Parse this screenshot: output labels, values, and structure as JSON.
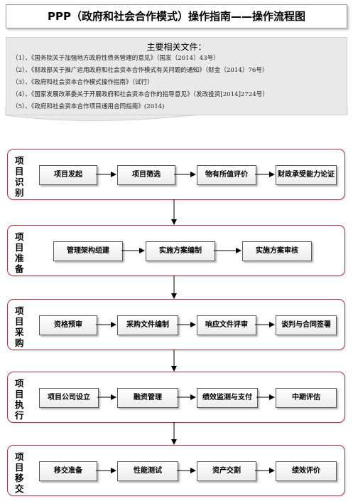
{
  "title": "PPP（政府和社会合作模式）操作指南——操作流程图",
  "documents": {
    "heading": "主要相关文件：",
    "items": [
      "（1）、《国务院关于加强地方政府性债务管理的意见》（国发（2014）43号）",
      "（2）、《财政部关于推广运用政府和社会资本合作模式有关问题的通知》（财金（2014）76号）",
      "（3）、《政府和社会资本合作模式操作指南》（试行）",
      "（4）、《国家发展改革委关于开展政府和社会资本合作的指导意见》（发改投资[2014]2724号）",
      "（5）、《政府和社会资本合作项目通用合同指南》(2014)"
    ]
  },
  "stages": [
    {
      "name": "项目识别",
      "steps": [
        "项目发起",
        "项目筛选",
        "物有所值评价",
        "财政承受能力论证"
      ]
    },
    {
      "name": "项目准备",
      "steps": [
        "管理架构组建",
        "实施方案编制",
        "实施方案审核"
      ]
    },
    {
      "name": "项目采购",
      "steps": [
        "资格预审",
        "采购文件编制",
        "响应文件评审",
        "谈判与合同签署"
      ]
    },
    {
      "name": "项目执行",
      "steps": [
        "项目公司设立",
        "融资管理",
        "绩效监测与支付",
        "中期评估"
      ]
    },
    {
      "name": "项目移交",
      "steps": [
        "移交准备",
        "性能测试",
        "资产交割",
        "绩效评价"
      ]
    }
  ]
}
